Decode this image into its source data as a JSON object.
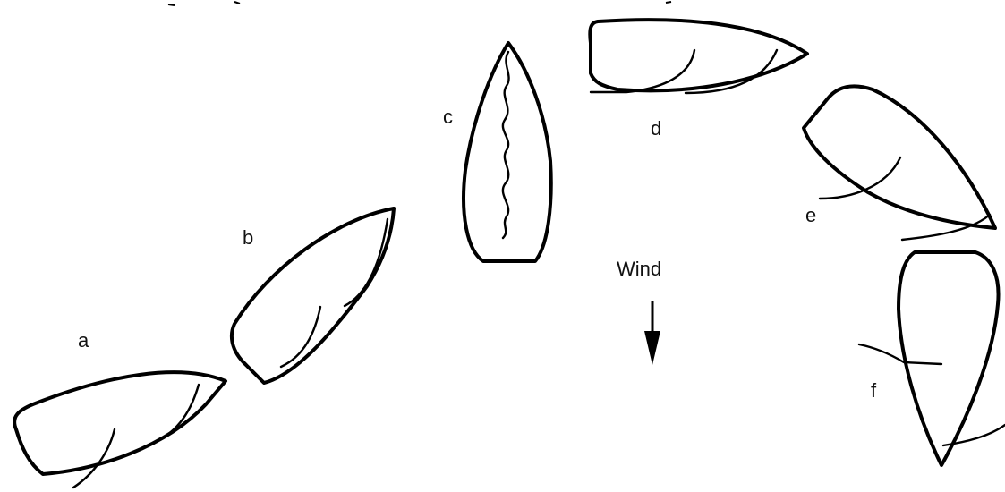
{
  "boats": [
    {
      "id": "a",
      "label": "a"
    },
    {
      "id": "b",
      "label": "b"
    },
    {
      "id": "c",
      "label": "c"
    },
    {
      "id": "d",
      "label": "d"
    },
    {
      "id": "e",
      "label": "e"
    },
    {
      "id": "f",
      "label": "f"
    }
  ],
  "wind": {
    "label": "Wind",
    "direction": "down"
  }
}
